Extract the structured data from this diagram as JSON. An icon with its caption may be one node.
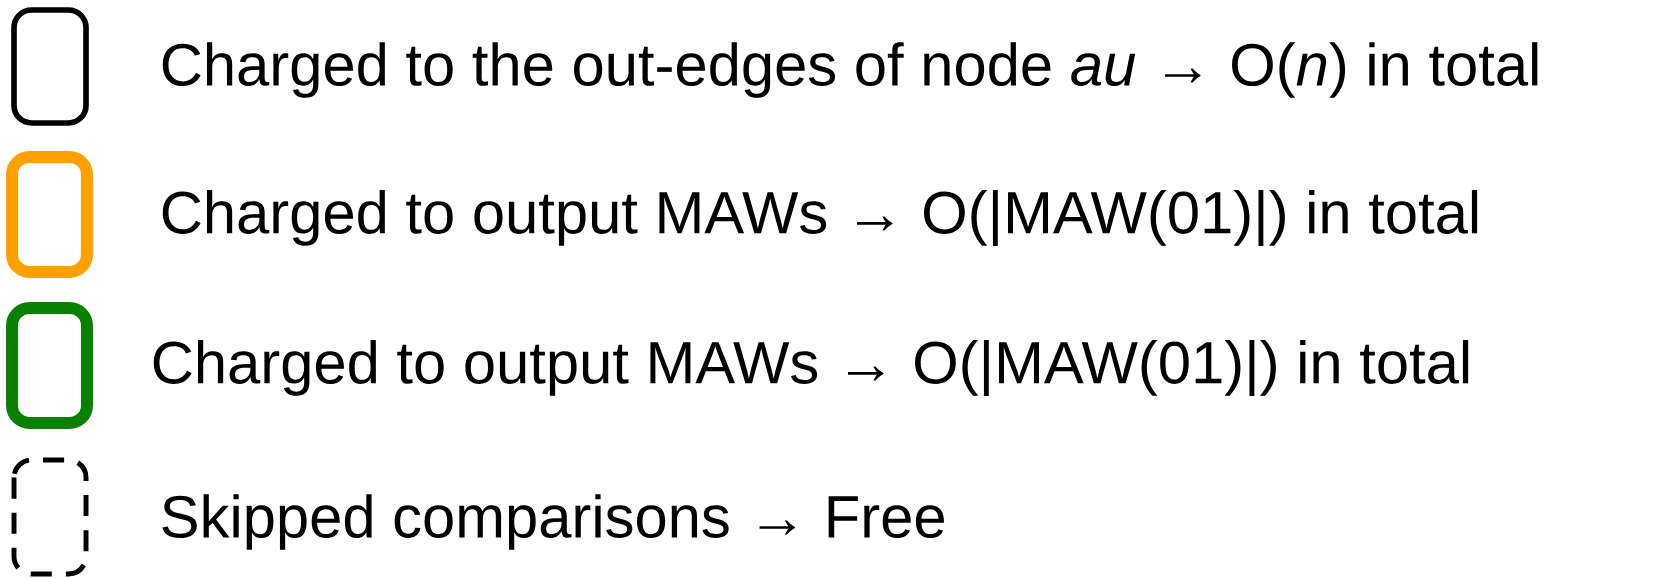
{
  "diagram": {
    "legend": [
      {
        "text": "Charged to the out-edges of node *au* → O(*n*) in total",
        "color": "#000000"
      },
      {
        "text": "Charged to output MAWs → O(|MAW(01)|) in total",
        "color": "#ffa000"
      },
      {
        "text": "Charged to output MAWs → O(|MAW(01)|) in total",
        "color": "#0a8000"
      },
      {
        "text": "Skipped comparisons → Free"
      }
    ]
  }
}
